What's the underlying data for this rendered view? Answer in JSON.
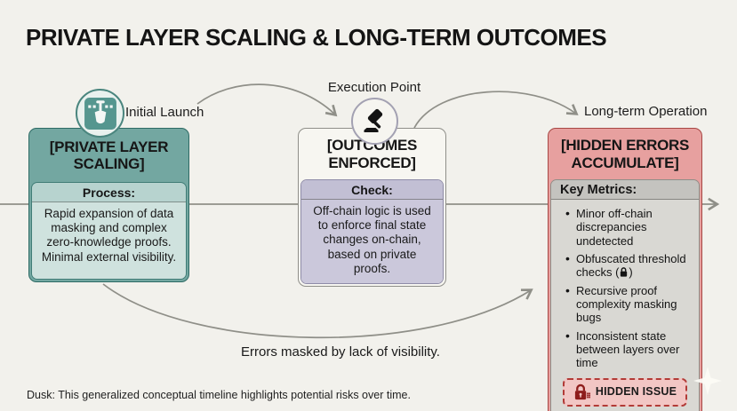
{
  "title": "PRIVATE LAYER SCALING & LONG-TERM OUTCOMES",
  "milestones": [
    {
      "label": "Initial Launch",
      "icon": "shovel-icon"
    },
    {
      "label": "Execution Point",
      "icon": "gavel-icon"
    },
    {
      "label": "Long-term Operation"
    }
  ],
  "boxes": [
    {
      "header": "[PRIVATE LAYER SCALING]",
      "section_label": "Process:",
      "body": "Rapid expansion of data masking and complex zero-knowledge proofs. Minimal external visibility."
    },
    {
      "header": "[OUTCOMES ENFORCED]",
      "section_label": "Check:",
      "body": "Off-chain logic is used to enforce final state changes on-chain, based on private proofs."
    },
    {
      "header": "[HIDDEN ERRORS ACCUMULATE]",
      "section_label": "Key Metrics:",
      "metrics": [
        {
          "text": "Minor off-chain discrepancies undetected"
        },
        {
          "text": "Obfuscated threshold checks (",
          "icon": "lock-icon",
          "suffix": ")"
        },
        {
          "text": "Recursive proof complexity masking bugs"
        },
        {
          "text": "Inconsistent state between layers over time"
        }
      ],
      "badge": {
        "label": "HIDDEN ISSUE",
        "icon": "lock-icon"
      }
    }
  ],
  "annotations": {
    "bottom_arrow_label": "Errors masked by lack of visibility."
  },
  "footer": "Dusk: This generalized conceptual timeline highlights potential risks over time.",
  "colors": {
    "background": "#f2f1ec",
    "teal_header": "#73a7a1",
    "teal_body": "#cfe2de",
    "purple_body": "#cbc8db",
    "red_header": "#e7a09f",
    "gray_body": "#d9d8d3",
    "arrow_gray": "#8f8f88",
    "badge_red": "#b23b37"
  }
}
